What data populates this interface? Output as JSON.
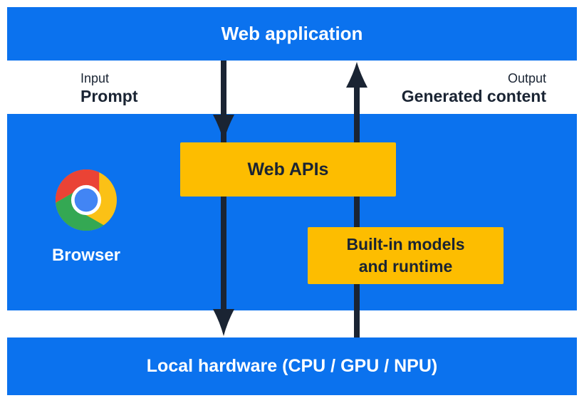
{
  "colors": {
    "layer_blue": "#0b72ee",
    "box_yellow": "#fdbd00",
    "ink_dark": "#1a2433",
    "text_white": "#ffffff",
    "chrome_red": "#ea4335",
    "chrome_yellow": "#fbc116",
    "chrome_green": "#34a853",
    "chrome_blue": "#4285f4"
  },
  "layers": {
    "web_application": "Web application",
    "local_hardware": "Local hardware (CPU / GPU / NPU)"
  },
  "io": {
    "input_title": "Input",
    "input_value": "Prompt",
    "output_title": "Output",
    "output_value": "Generated content"
  },
  "browser": {
    "label": "Browser",
    "logo_icon": "chrome-logo",
    "web_apis": "Web APIs",
    "builtin_line1": "Built-in models",
    "builtin_line2": "and runtime"
  },
  "arrows": {
    "down_icon": "down-arrow",
    "up_icon": "up-arrow"
  }
}
